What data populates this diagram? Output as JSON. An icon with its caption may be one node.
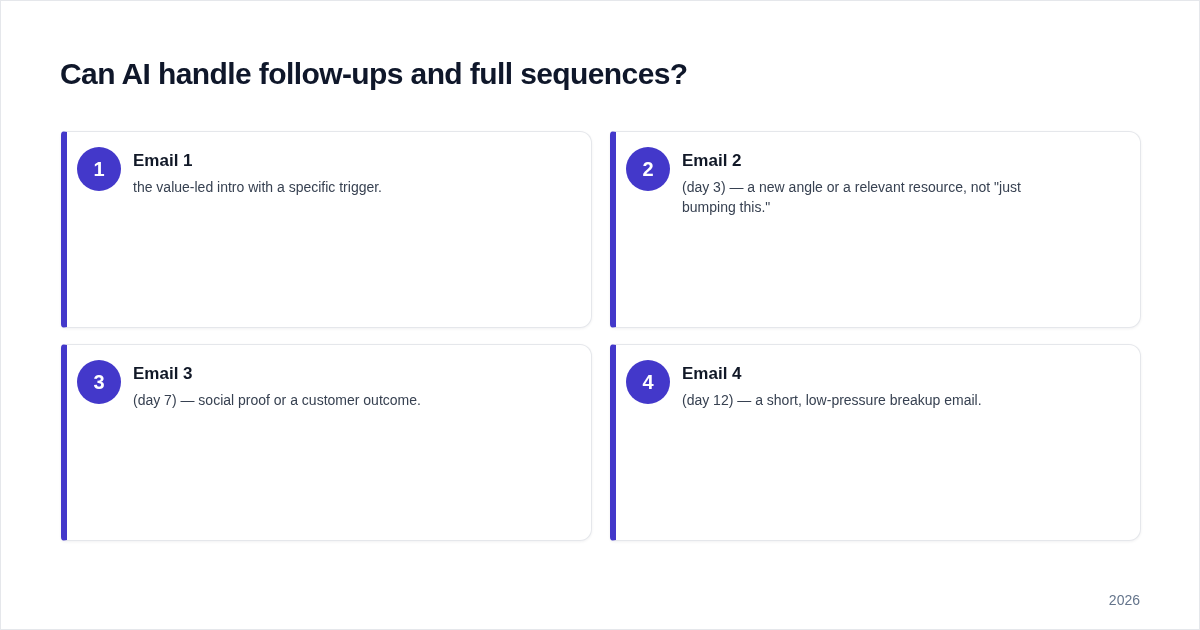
{
  "diagram": {
    "title": "Can AI handle follow-ups and full sequences?",
    "nodes": [
      {
        "text": [
          "Email 1",
          "the value-led intro with a specific trigger."
        ]
      },
      {
        "text": [
          "1"
        ],
        "in": 0
      },
      {
        "text": [
          "Email 2",
          "(day 3) — a new angle or a relevant resource, not \"just bumping this.\""
        ]
      },
      {
        "text": [
          "2"
        ],
        "in": 2
      },
      {
        "text": [
          "Email 3",
          "(day 7) — social proof or a customer outcome."
        ]
      },
      {
        "text": [
          "3"
        ],
        "in": 4
      },
      {
        "text": [
          "Email 4",
          "(day 12) — a short, low-pressure breakup email."
        ]
      },
      {
        "text": [
          "4"
        ],
        "in": 6
      }
    ],
    "labels": [
      "2026"
    ]
  }
}
